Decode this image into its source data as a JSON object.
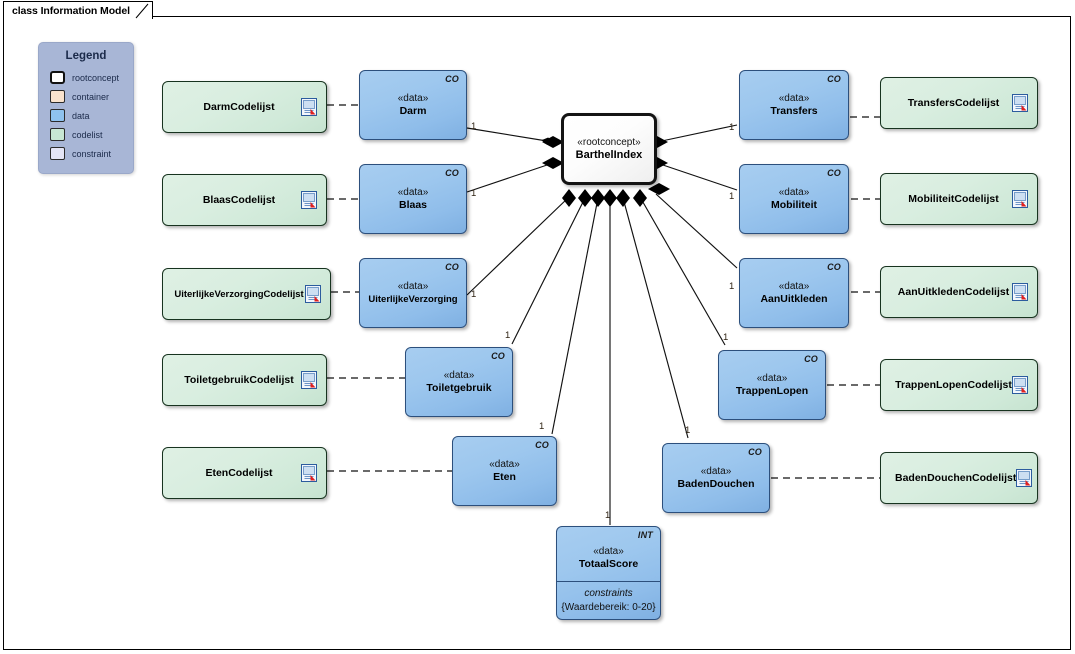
{
  "diagram": {
    "title": "class Information Model",
    "frame_bg": "#ffffff"
  },
  "legend": {
    "title": "Legend",
    "items": [
      {
        "label": "rootconcept",
        "color": "#ffffff",
        "icon": "legend-swatch-rootconcept"
      },
      {
        "label": "container",
        "color": "#fae3cd",
        "icon": "legend-swatch-container"
      },
      {
        "label": "data",
        "color": "#9bc8ef",
        "icon": "legend-swatch-data"
      },
      {
        "label": "codelist",
        "color": "#c7e7d4",
        "icon": "legend-swatch-codelist"
      },
      {
        "label": "constraint",
        "color": "#e4e5f6",
        "icon": "legend-swatch-constraint"
      }
    ]
  },
  "colors": {
    "data_fill": "#9bc8ef",
    "data_border": "#2c4f7c",
    "codelist_fill": "#d5ecdd",
    "codelist_border": "#17331f",
    "root_fill": "#ffffff",
    "root_border": "#141414",
    "legend_bg": "#a8b6d6",
    "mult_text": "#2e2212"
  },
  "root_node": {
    "stereotype": "«rootconcept»",
    "name": "BarthelIndex"
  },
  "data_nodes": [
    {
      "id": "darm",
      "stereotype": "«data»",
      "name": "Darm",
      "marker": "CO",
      "multiplicity": "1"
    },
    {
      "id": "blaas",
      "stereotype": "«data»",
      "name": "Blaas",
      "marker": "CO",
      "multiplicity": "1"
    },
    {
      "id": "uiterlijkeverzorging",
      "stereotype": "«data»",
      "name": "UiterlijkeVerzorging",
      "marker": "CO",
      "multiplicity": "1"
    },
    {
      "id": "toiletgebruik",
      "stereotype": "«data»",
      "name": "Toiletgebruik",
      "marker": "CO",
      "multiplicity": "1"
    },
    {
      "id": "eten",
      "stereotype": "«data»",
      "name": "Eten",
      "marker": "CO",
      "multiplicity": "1"
    },
    {
      "id": "transfers",
      "stereotype": "«data»",
      "name": "Transfers",
      "marker": "CO",
      "multiplicity": "1"
    },
    {
      "id": "mobiliteit",
      "stereotype": "«data»",
      "name": "Mobiliteit",
      "marker": "CO",
      "multiplicity": "1"
    },
    {
      "id": "aanuitkleden",
      "stereotype": "«data»",
      "name": "AanUitkleden",
      "marker": "CO",
      "multiplicity": "1"
    },
    {
      "id": "trappenlopen",
      "stereotype": "«data»",
      "name": "TrappenLopen",
      "marker": "CO",
      "multiplicity": "1"
    },
    {
      "id": "badendouchen",
      "stereotype": "«data»",
      "name": "BadenDouchen",
      "marker": "CO",
      "multiplicity": "1"
    },
    {
      "id": "totaalscore",
      "stereotype": "«data»",
      "name": "TotaalScore",
      "marker": "INT",
      "multiplicity": "1",
      "constraints_title": "constraints",
      "constraints_value": "{Waardebereik: 0-20}"
    }
  ],
  "codelist_nodes": [
    {
      "id": "darmcodelijst",
      "name": "DarmCodelijst",
      "icon": "document-icon"
    },
    {
      "id": "blaascodelijst",
      "name": "BlaasCodelijst",
      "icon": "document-icon"
    },
    {
      "id": "uiterlijkeverzorgingcodelijst",
      "name": "UiterlijkeVerzorgingCodelijst",
      "icon": "document-icon"
    },
    {
      "id": "toiletgebruikcodelijst",
      "name": "ToiletgebruikCodelijst",
      "icon": "document-icon"
    },
    {
      "id": "etencodelijst",
      "name": "EtenCodelijst",
      "icon": "document-icon"
    },
    {
      "id": "transferscodelijst",
      "name": "TransfersCodelijst",
      "icon": "document-icon"
    },
    {
      "id": "mobiliteitcodelijst",
      "name": "MobiliteitCodelijst",
      "icon": "document-icon"
    },
    {
      "id": "aanuitkledencodelijst",
      "name": "AanUitkledenCodelijst",
      "icon": "document-icon"
    },
    {
      "id": "trappenlopencodelijst",
      "name": "TrappenLopenCodelijst",
      "icon": "document-icon"
    },
    {
      "id": "badendouchencodelijst",
      "name": "BadenDouchenCodelijst",
      "icon": "document-icon"
    }
  ]
}
